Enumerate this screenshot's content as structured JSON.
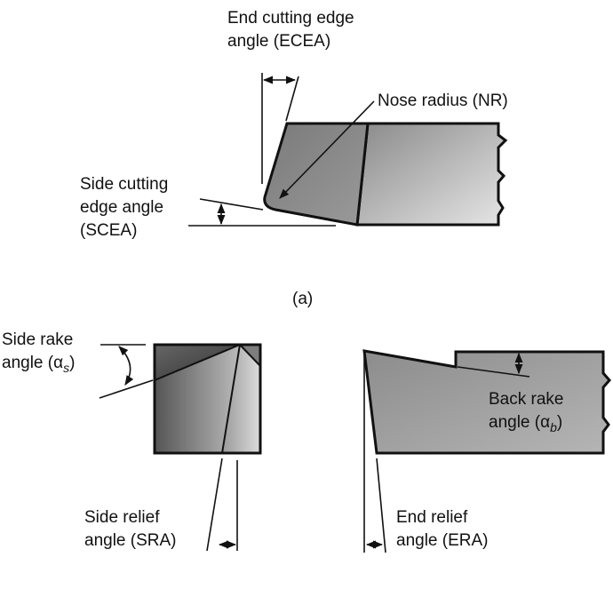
{
  "figure": {
    "part_a": {
      "caption": "(a)",
      "ecea_label": [
        "End cutting edge",
        "angle (ECEA)"
      ],
      "nose_radius_label": "Nose radius (NR)",
      "scea_label": [
        "Side cutting",
        "edge angle",
        "(SCEA)"
      ]
    },
    "part_b": {
      "side_rake_label": [
        "Side rake",
        "angle (α",
        "s",
        ")"
      ],
      "side_relief_label": [
        "Side relief",
        "angle (SRA)"
      ],
      "back_rake_label": [
        "Back rake",
        "angle (α",
        "b",
        ")"
      ],
      "end_relief_label": [
        "End relief",
        "angle (ERA)"
      ]
    }
  }
}
